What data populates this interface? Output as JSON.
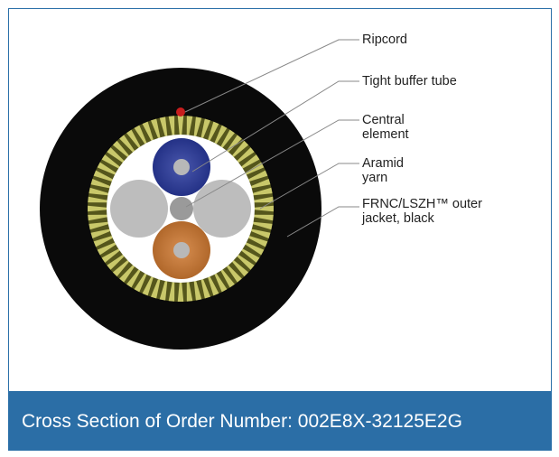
{
  "labels": {
    "ripcord": "Ripcord",
    "tight_buffer_tube": "Tight buffer tube",
    "central_element": "Central\nelement",
    "aramid_yarn": "Aramid\nyarn",
    "outer_jacket": "FRNC/LSZH™ outer\njacket, black"
  },
  "caption": "Cross Section of Order Number: 002E8X-32125E2G",
  "colors": {
    "frame_border": "#2a6fa8",
    "caption_bar": "#2b6ea6",
    "outer_jacket": "#0a0a0a",
    "aramid_yarn_light": "#c9c86a",
    "aramid_yarn_dark": "#55561c",
    "filler": "#bdbdbd",
    "central_element": "#9a9a9a",
    "buffer_blue": "#2a3a9e",
    "buffer_orange": "#d07a32",
    "ripcord": "#c81e1e",
    "leader_line": "#888888"
  }
}
